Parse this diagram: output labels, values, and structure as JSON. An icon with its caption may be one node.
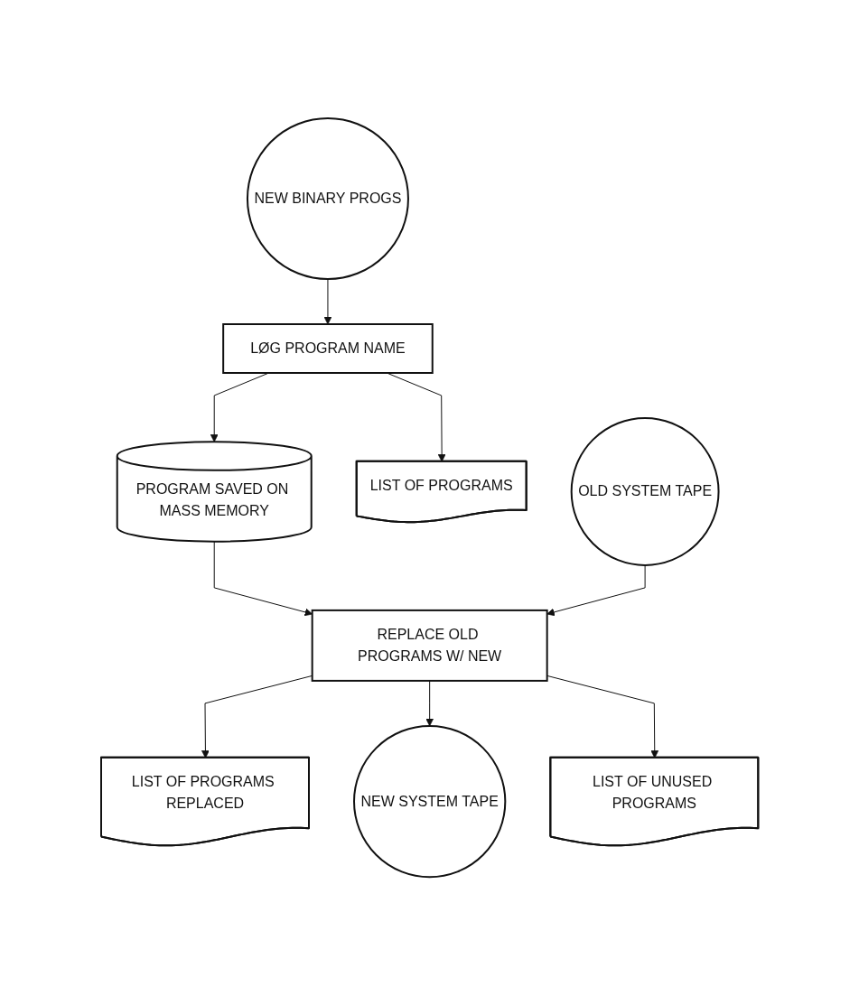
{
  "diagram": {
    "nodes": [
      {
        "text": [
          "NEW BINARY PROGS"
        ]
      },
      {
        "text": [
          "LØG PROGRAM NAME"
        ]
      },
      {
        "text": [
          "PROGRAM SAVED ON MASS MEMORY"
        ]
      },
      {
        "text": [
          "LIST OF PROGRAMS"
        ]
      },
      {
        "text": [
          "OLD SYSTEM TAPE"
        ]
      },
      {
        "text": [
          "REPLACE OLD PROGRAMS W/ NEW"
        ]
      },
      {
        "text": [
          "LIST OF PROGRAMS REPLACED"
        ]
      },
      {
        "text": [
          "NEW SYSTEM TAPE"
        ]
      },
      {
        "text": [
          "LIST OF UNUSED PROGRAMS"
        ]
      }
    ],
    "edges": [
      {
        "from": 0,
        "to": 1,
        "arrow": "to"
      },
      {
        "from": 1,
        "to": 2,
        "arrow": "to"
      },
      {
        "from": 1,
        "to": 3,
        "arrow": "to"
      },
      {
        "from": 2,
        "to": 5,
        "arrow": "to"
      },
      {
        "from": 4,
        "to": 5,
        "arrow": "to"
      },
      {
        "from": 5,
        "to": 6,
        "arrow": "to"
      },
      {
        "from": 5,
        "to": 7,
        "arrow": "to"
      },
      {
        "from": 5,
        "to": 8,
        "arrow": "to"
      }
    ]
  }
}
